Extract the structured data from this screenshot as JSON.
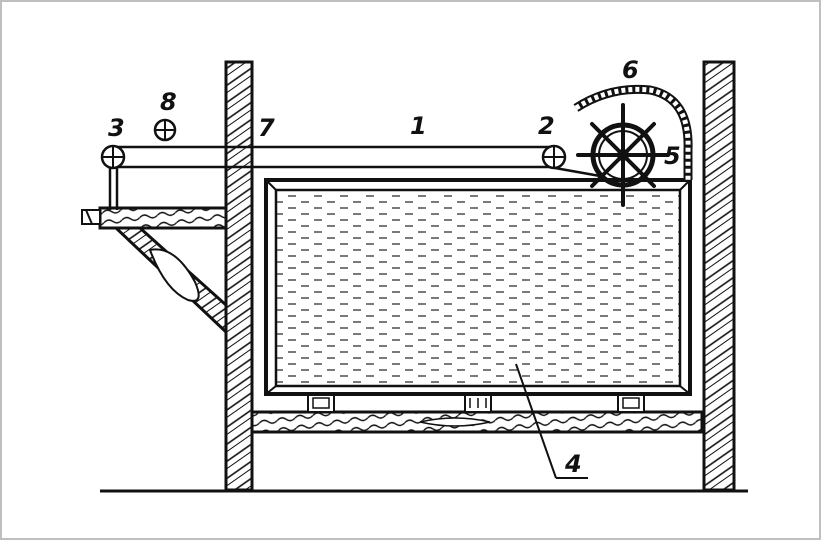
{
  "diagram": {
    "labels": {
      "l1": "1",
      "l2": "2",
      "l3": "3",
      "l4": "4",
      "l5": "5",
      "l6": "6",
      "l7": "7",
      "l8": "8"
    },
    "colors": {
      "ink": "#111111",
      "paper": "#ffffff",
      "border": "#bfbfbf"
    }
  }
}
